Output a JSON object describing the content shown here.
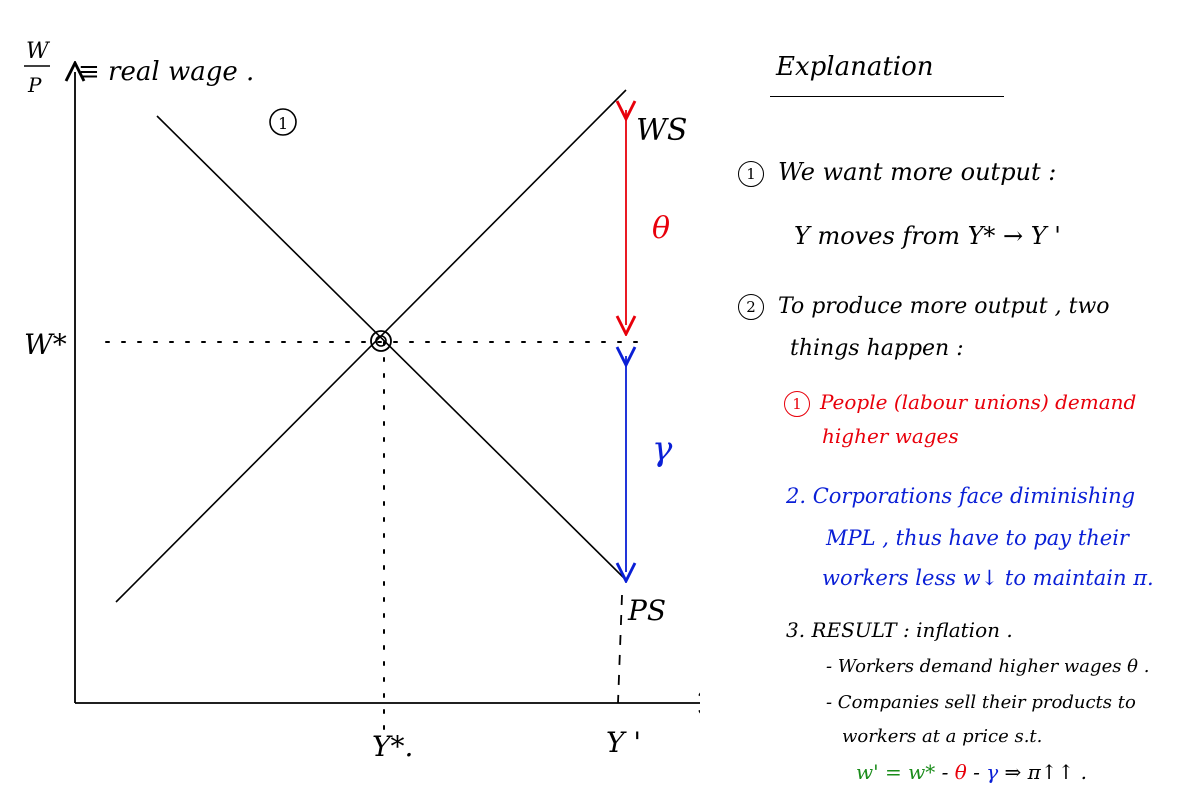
{
  "colors": {
    "black": "#000000",
    "red": "#e8000b",
    "blue": "#0a1fd6",
    "green": "#1a8c1a"
  },
  "diagram": {
    "y_axis_label_num": "W",
    "y_axis_label_den": "P",
    "y_axis_caption": "≡ real wage .",
    "x_axis_label": "Y",
    "w_star": "W*",
    "y_star": "Y*.",
    "y_prime": "Y '",
    "ws_label": "WS",
    "ps_label": "PS",
    "theta": "θ",
    "gamma": "γ",
    "step_marker": "1"
  },
  "explanation": {
    "title": "Explanation",
    "step1_num": "1",
    "step1_text": "We want more output :",
    "step1_sub": "Y moves from Y* → Y '",
    "step2_num": "2",
    "step2_text_a": "To produce more output , two",
    "step2_text_b": "things happen :",
    "point1_num": "1",
    "point1_text_a": "People (labour unions) demand",
    "point1_text_b": "higher wages",
    "point2_text_a": "2.  Corporations face diminishing",
    "point2_text_b": "MPL , thus have to pay their",
    "point2_text_c": "workers less w↓ to maintain π.",
    "point3_head": "3.  RESULT : inflation .",
    "bullet_a": "- Workers demand higher wages θ .",
    "bullet_b": "- Companies sell their products to",
    "bullet_c": "workers at a price s.t.",
    "eq_w_prime": "w' = w*",
    "eq_minus1": " - ",
    "eq_theta": "θ",
    "eq_minus2": " - ",
    "eq_gamma": "γ",
    "eq_result": " ⇒ π↑↑ ."
  }
}
